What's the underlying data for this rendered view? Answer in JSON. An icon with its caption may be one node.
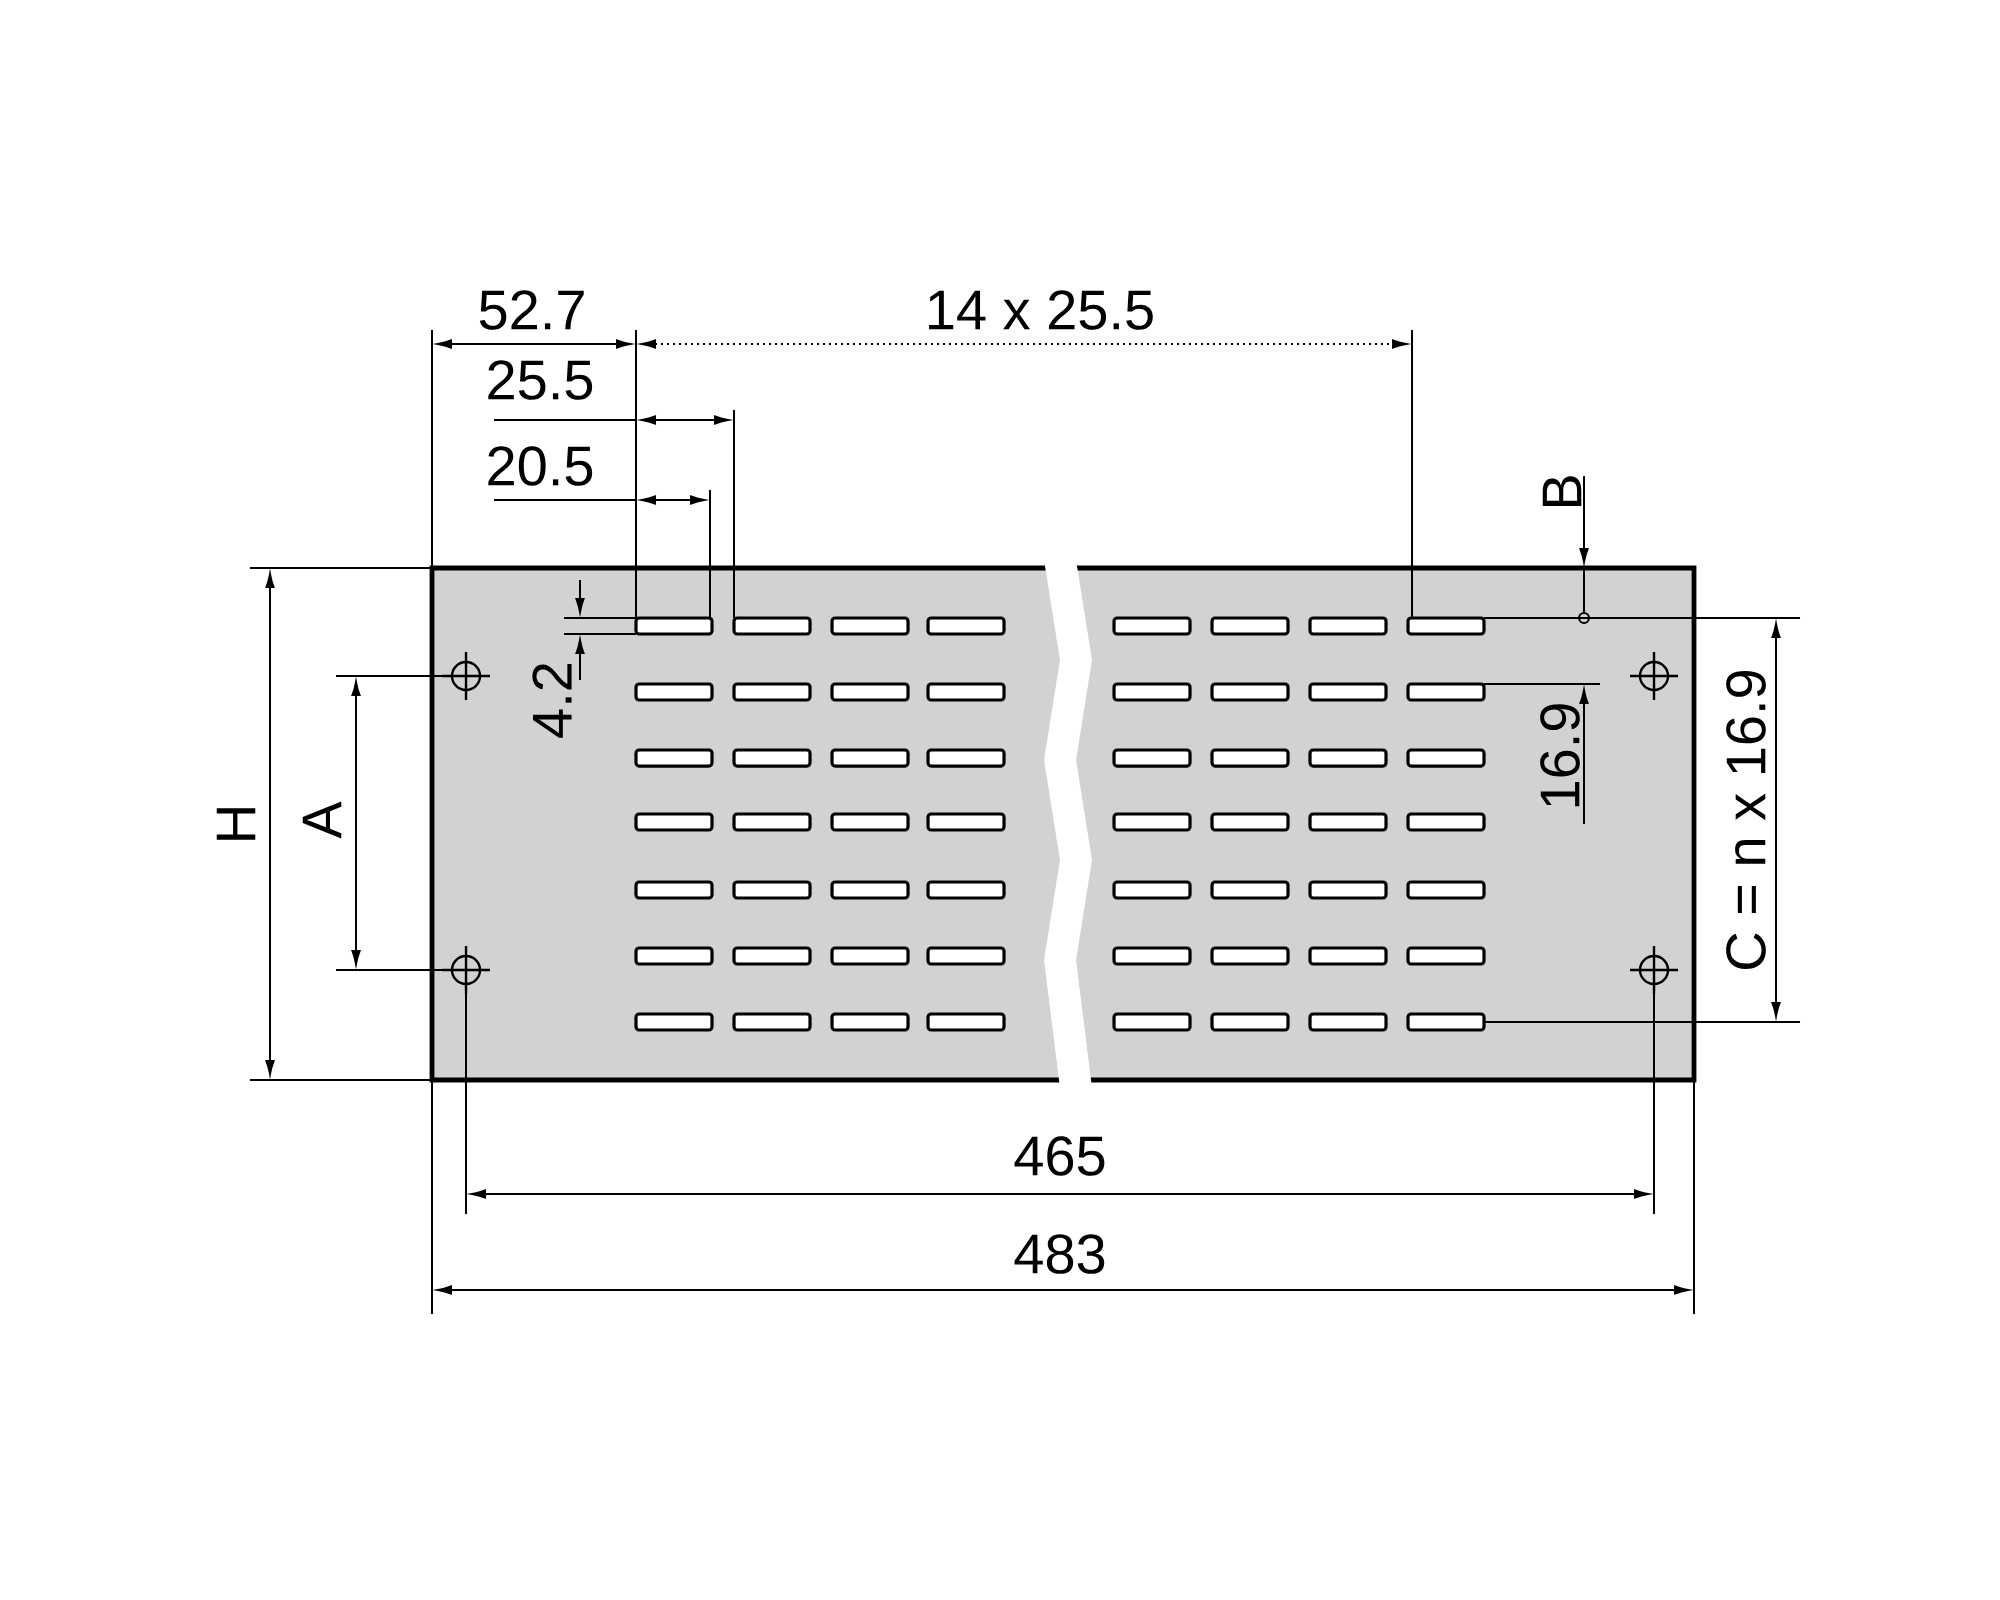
{
  "diagram": {
    "labels": [
      "52.7",
      "14 x 25.5",
      "25.5",
      "20.5",
      "B",
      "4.2",
      "H",
      "A",
      "16.9",
      "C = n x 16.9",
      "465",
      "483"
    ]
  }
}
